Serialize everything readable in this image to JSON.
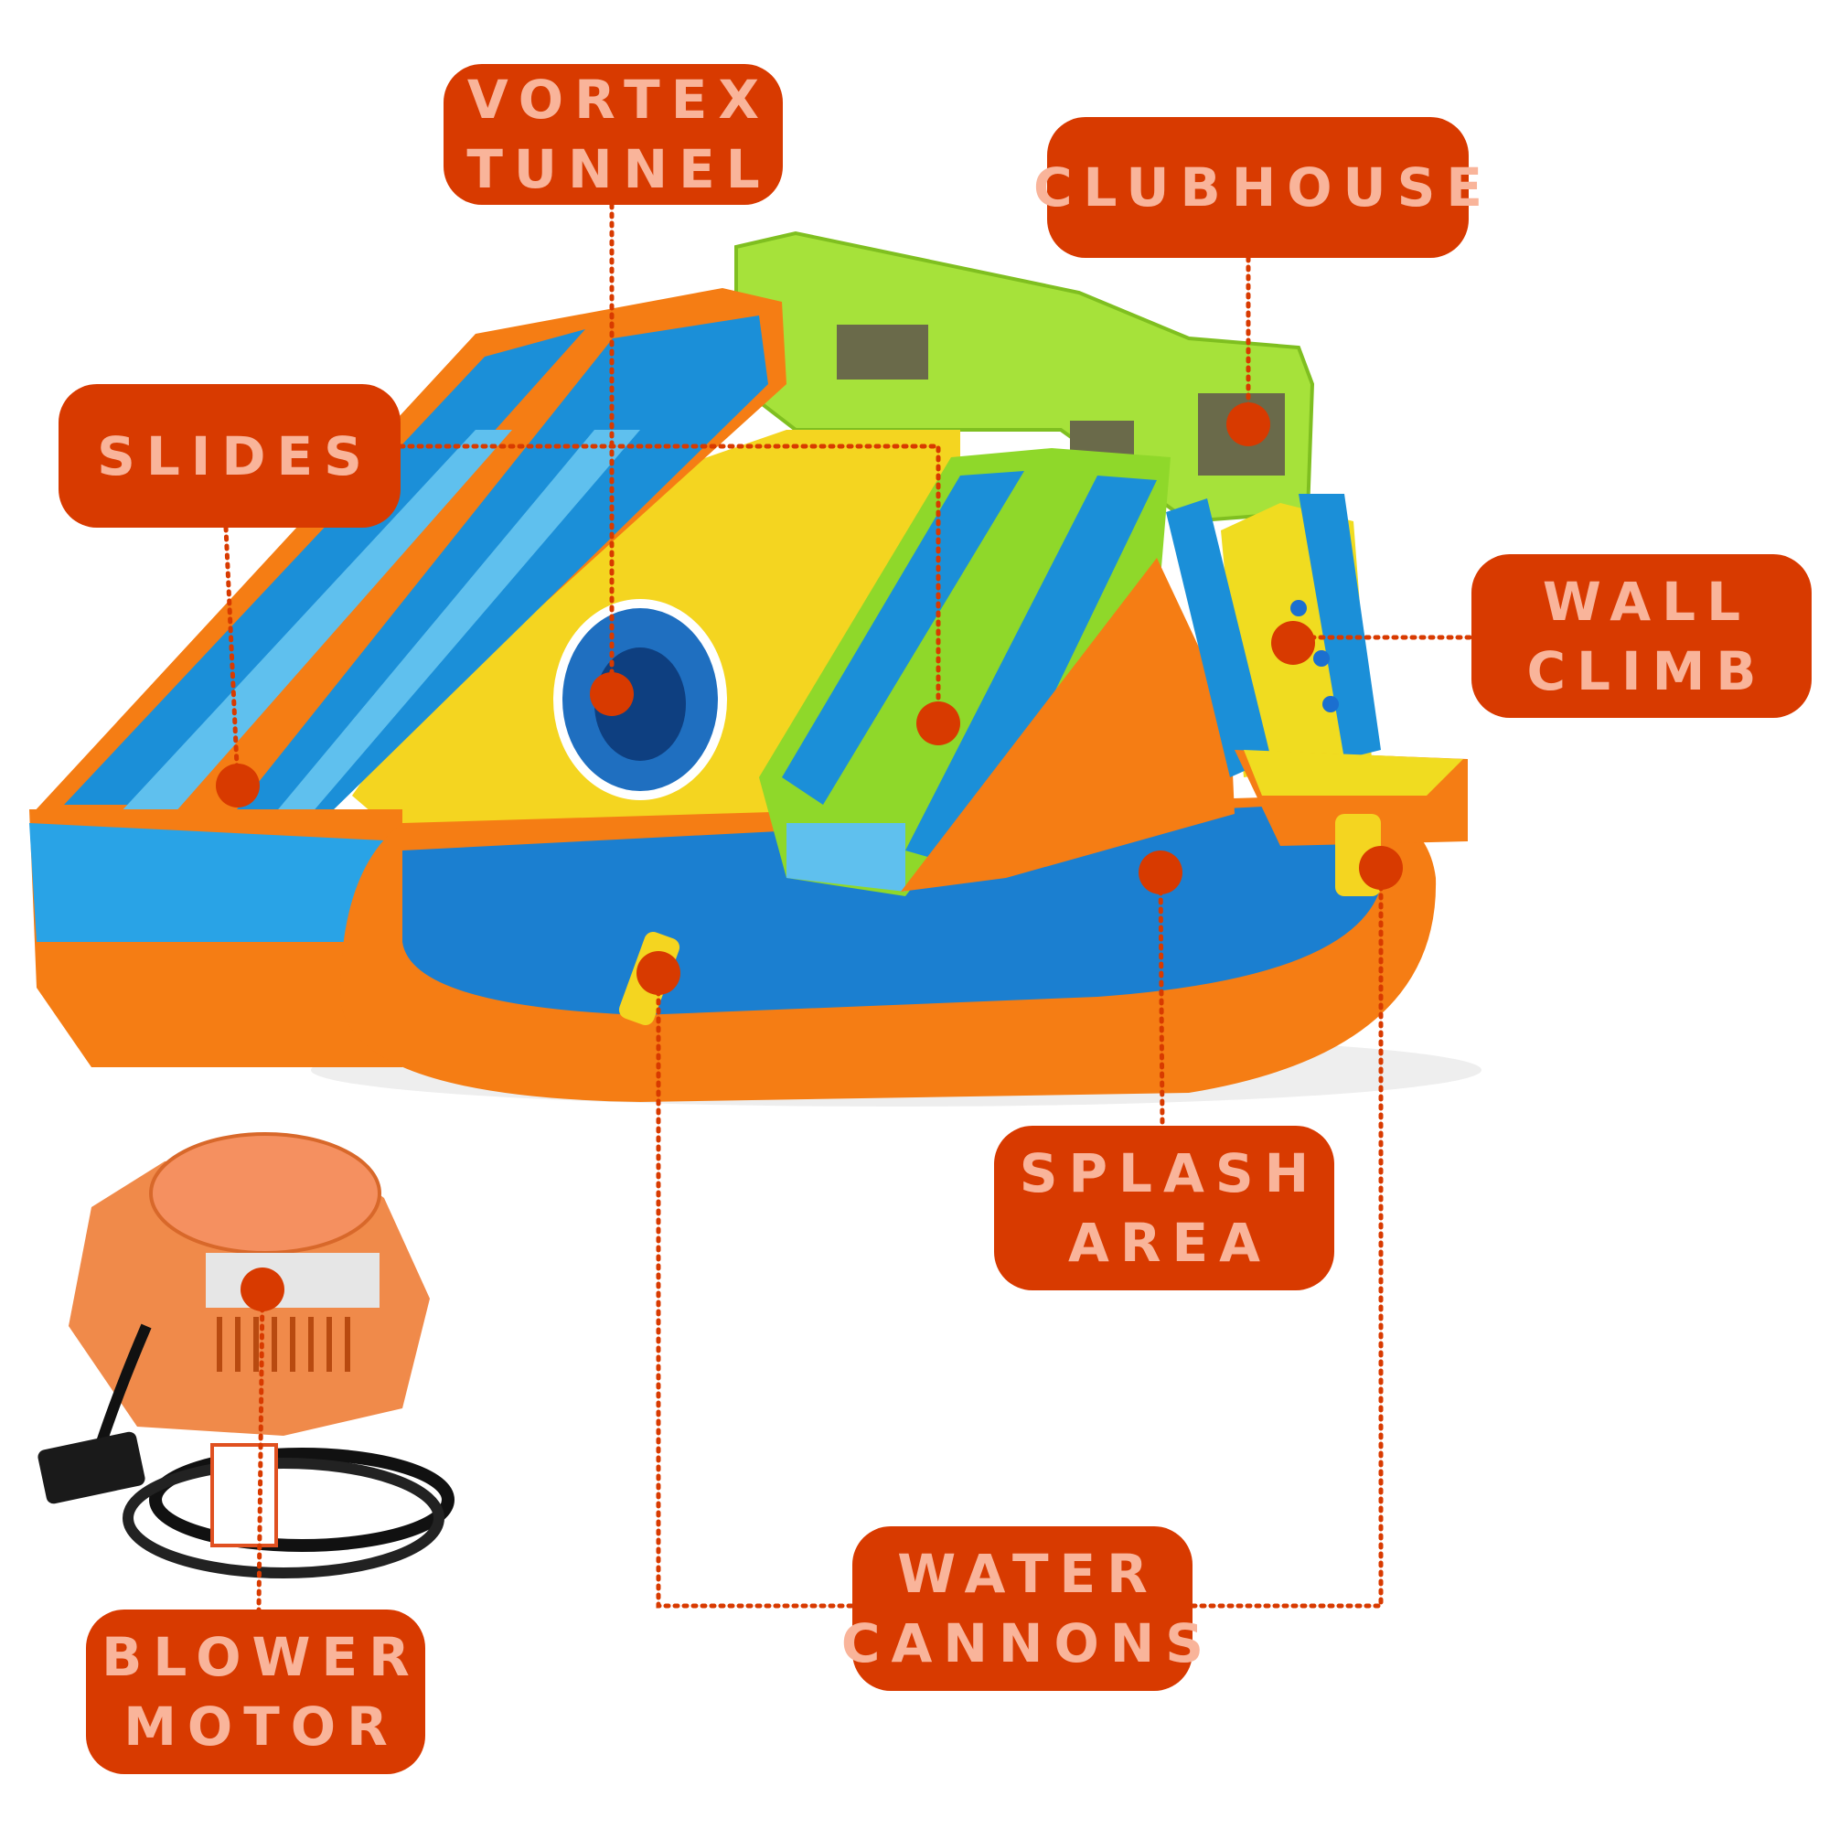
{
  "colors": {
    "label_bg": "#d83a00",
    "label_text": "#f9b49a",
    "connector": "#d83a00"
  },
  "labels": {
    "vortex_tunnel": [
      "VORTEX",
      "TUNNEL"
    ],
    "clubhouse": [
      "CLUBHOUSE"
    ],
    "slides": [
      "SLIDES"
    ],
    "wall_climb": [
      "WALL",
      "CLIMB"
    ],
    "splash_area": [
      "SPLASH",
      "AREA"
    ],
    "water_cannons": [
      "WATER",
      "CANNONS"
    ],
    "blower_motor": [
      "BLOWER",
      "MOTOR"
    ]
  }
}
